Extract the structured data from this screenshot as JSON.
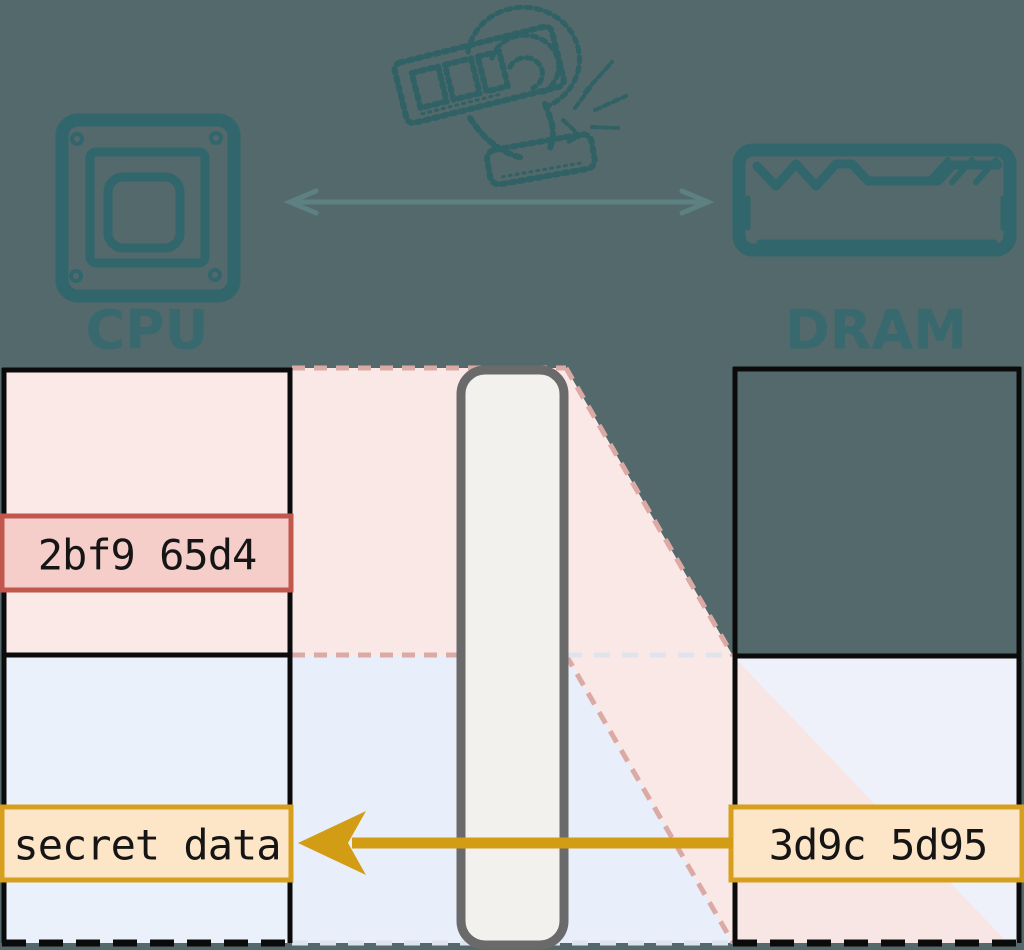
{
  "header": {
    "attack_icon": "hammer-smashing-device-icon",
    "cpu_label": "CPU",
    "dram_label": "DRAM"
  },
  "memory": {
    "cpu_highlight_row": "2bf9 65d4",
    "cpu_secret_row": "secret data",
    "dram_highlight_row": "3d9c 5d95"
  },
  "colors": {
    "background": "#54696b",
    "icon_teal": "#31666c",
    "link_arrow_teal": "#5d8183",
    "pink_region": "#fbe9e8",
    "blue_region": "#ebf1fb",
    "lavender_region": "#eef1fa",
    "red_row_fill": "#f5cdc9",
    "red_row_border": "#c2574e",
    "gold_row_fill": "#fde5c7",
    "gold_row_border": "#d79f1e",
    "gold_arrow": "#d39c15",
    "pink_dash": "#dcaaa4",
    "light_dash": "#dfe3ee",
    "barrier_fill": "#f2f1ed",
    "barrier_border": "#6a6a6a",
    "black_border": "#0b0b0b"
  }
}
